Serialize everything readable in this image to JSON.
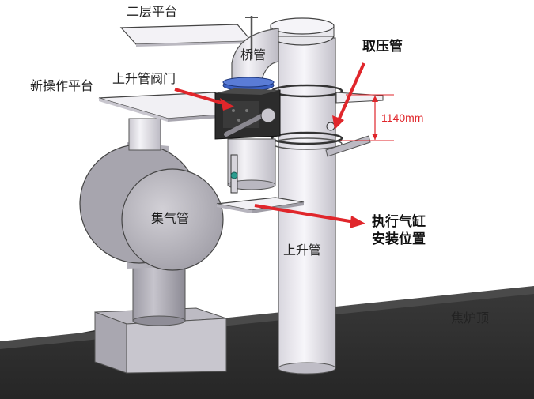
{
  "labels": {
    "second_platform": "二层平台",
    "bridge_pipe": "桥管",
    "pressure_pipe": "取压管",
    "riser_valve": "上升管阀门",
    "new_platform": "新操作平台",
    "collector_main": "集气管",
    "actuator_line1": "执行气缸",
    "actuator_line2": "安装位置",
    "riser_pipe": "上升管",
    "oven_top": "焦炉顶"
  },
  "dimension": "1140mm",
  "colors": {
    "annotation": "#e0262b",
    "floor": "#303030",
    "pipe": "#d7d5dc",
    "valve_body": "#2c2c2c",
    "flange": "#3a5fc2"
  }
}
